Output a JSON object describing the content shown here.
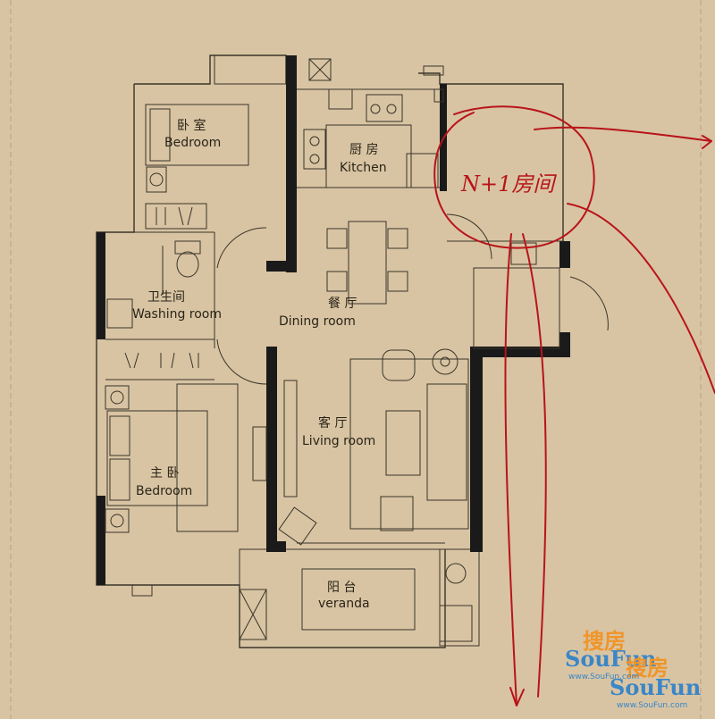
{
  "rooms": {
    "bedroom_small": {
      "cn": "卧 室",
      "en": "Bedroom"
    },
    "kitchen": {
      "cn": "厨 房",
      "en": "Kitchen"
    },
    "washing": {
      "cn": "卫生间",
      "en": "Washing room"
    },
    "dining": {
      "cn": "餐 厅",
      "en": "Dining room"
    },
    "living": {
      "cn": "客 厅",
      "en": "Living room"
    },
    "master": {
      "cn": "主 卧",
      "en": "Bedroom"
    },
    "veranda": {
      "cn": "阳 台",
      "en": "veranda"
    }
  },
  "annotation": {
    "text": "N+1房间",
    "color": "#b8141a"
  },
  "watermark": {
    "cn": "搜房",
    "en": "SouFun",
    "url": "www.SouFun.com"
  },
  "colors": {
    "background": "#d8c4a3",
    "ink": "#2a2418",
    "wall": "#1a1a1a"
  }
}
